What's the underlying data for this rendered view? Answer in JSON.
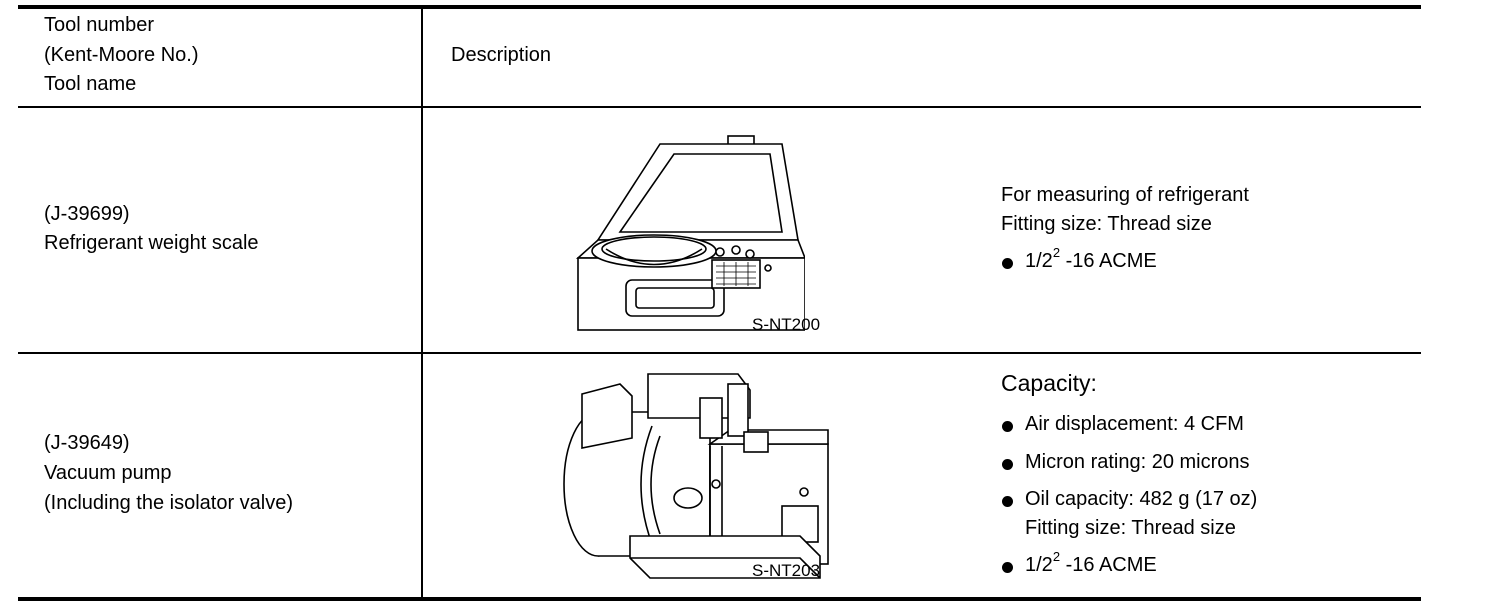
{
  "header": {
    "col1": [
      "Tool number",
      "(Kent-Moore No.)",
      "Tool name"
    ],
    "col2": "Description"
  },
  "rows": [
    {
      "tool_number": "(J-39699)",
      "tool_name": "Refrigerant weight scale",
      "image_code": "S-NT200",
      "image_icon": "refrigerant-scale-icon",
      "description": {
        "line1": "For measuring of refrigerant",
        "line2": "Fitting size: Thread size",
        "bullet": {
          "pre": "1/2",
          "sup": "2",
          "post": " -16 ACME"
        }
      }
    },
    {
      "tool_number": "(J-39649)",
      "tool_name": "Vacuum pump",
      "tool_note": "(Including the isolator valve)",
      "image_code": "S-NT203",
      "image_icon": "vacuum-pump-icon",
      "description": {
        "heading": "Capacity:",
        "bullets": [
          "Air displacement: 4 CFM",
          "Micron rating: 20 microns",
          "Oil capacity: 482 g (17 oz)"
        ],
        "fitting": "Fitting size: Thread size",
        "bullet_last": {
          "pre": "1/2",
          "sup": "2",
          "post": " -16 ACME"
        }
      }
    }
  ]
}
